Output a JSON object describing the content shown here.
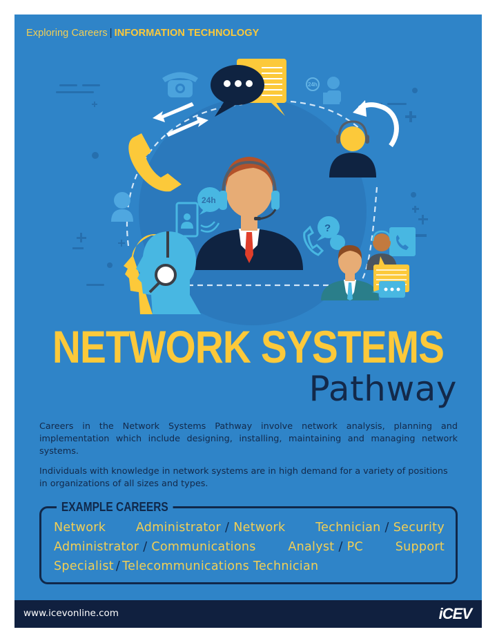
{
  "header": {
    "category": "Exploring Careers",
    "separator": "|",
    "cluster": "INFORMATION TECHNOLOGY"
  },
  "illustration": {
    "icons": [
      "rotary-phone-icon",
      "speech-bubble-dots-icon",
      "yellow-note-bubble-icon",
      "24h-support-agent-icon",
      "headset-silhouette-icon",
      "circular-arrow-icon",
      "exchange-arrows-icon",
      "handset-icon",
      "female-agent-icon",
      "24h-mobile-icon",
      "phone-question-bubble-icon",
      "phone-book-icon",
      "support-agent-main",
      "head-headset-profile-icon",
      "businessman-icon",
      "female-agent-small-icon",
      "chat-bubbles-icon"
    ],
    "badge_24h": "24h",
    "question_mark": "?",
    "colors": {
      "navy": "#10284a",
      "yellow": "#fcc93a",
      "light_blue": "#48b7e2",
      "skin": "#e7ac75",
      "hair": "#b3522a",
      "tie": "#e03e2a",
      "teal_suit": "#2a7e8a"
    }
  },
  "title": {
    "main": "NETWORK SYSTEMS",
    "sub": "Pathway"
  },
  "description": {
    "paragraph1": "Careers in the Network Systems Pathway involve network analysis, planning and implementation which include designing, installing, maintaining and managing network systems.",
    "paragraph2": "Individuals with knowledge in network systems are in high demand for a variety of positions in organizations of all sizes and types."
  },
  "careers": {
    "label": "EXAMPLE CAREERS",
    "items": [
      "Network Administrator",
      "Network Technician",
      "Security Administrator",
      "Communications Analyst",
      "PC Support Specialist",
      "Telecommunications Technician"
    ],
    "separator": "/"
  },
  "footer": {
    "url": "www.icevonline.com",
    "logo": "iCEV"
  },
  "colors": {
    "background_blue": "#2f84c8",
    "headline_yellow": "#fcc93a",
    "text_yellow": "#f2cf55",
    "navy": "#13294a",
    "footer_navy": "#10203f"
  }
}
